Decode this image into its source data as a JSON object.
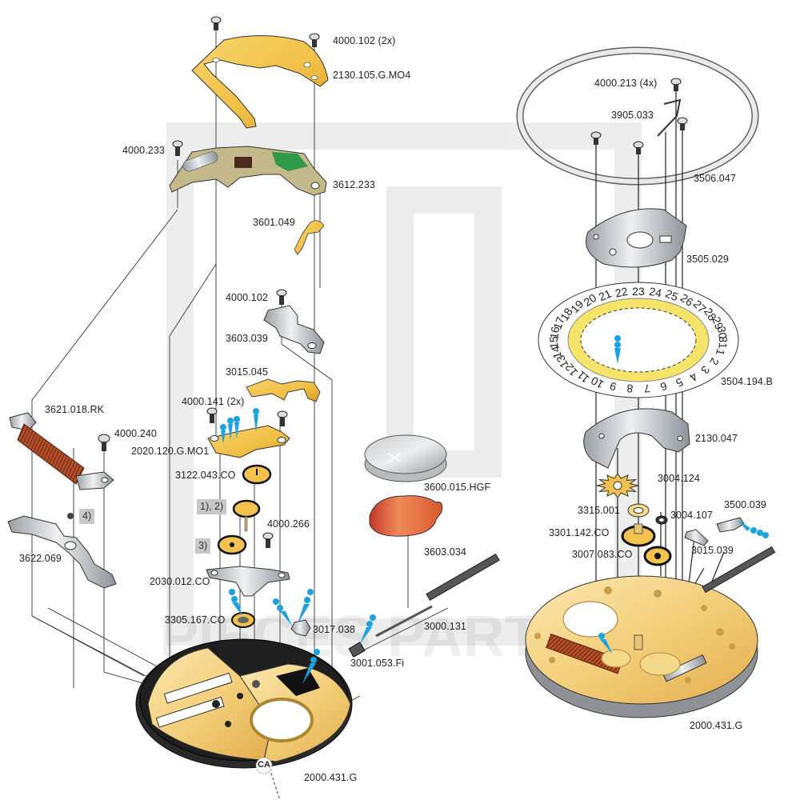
{
  "title": "Quartz movement exploded parts diagram",
  "watermark": "PIECES PARTS",
  "colors": {
    "gold": "#f2c14e",
    "light_gold": "#f5d98a",
    "steel": "#c9cccf",
    "dark": "#222222",
    "coil": "#b5522b",
    "insulator": "#d9502f",
    "oil_marker": "#1aa3e0",
    "date_ring_yellow": "#f5e36a",
    "pcb_green": "#2f9a4a",
    "pcb_base": "#c4b98a"
  },
  "left_assembly": {
    "parts": [
      {
        "id": "4000.102 (2x)",
        "name": "screw"
      },
      {
        "id": "2130.105.G.MO4",
        "name": "bridge"
      },
      {
        "id": "4000.233",
        "name": "screw"
      },
      {
        "id": "3612.233",
        "name": "circuit-board"
      },
      {
        "id": "3601.049",
        "name": "contact-spring"
      },
      {
        "id": "4000.102",
        "name": "screw"
      },
      {
        "id": "3603.039",
        "name": "battery-clamp"
      },
      {
        "id": "3015.045",
        "name": "setting-lever-spring"
      },
      {
        "id": "4000.141 (2x)",
        "name": "screw"
      },
      {
        "id": "2020.120.G.MO1",
        "name": "train-bridge"
      },
      {
        "id": "3621.018.RK",
        "name": "coil"
      },
      {
        "id": "4000.240",
        "name": "screw"
      },
      {
        "id": "3122.043.CO",
        "name": "wheel"
      },
      {
        "id": "4000.266",
        "name": "screw"
      },
      {
        "id": "2030.012.CO",
        "name": "rotor-bridge"
      },
      {
        "id": "3622.069",
        "name": "stator"
      },
      {
        "id": "3305.167.CO",
        "name": "rotor"
      },
      {
        "id": "3017.038",
        "name": "yoke"
      },
      {
        "id": "3001.053.Fi",
        "name": "sliding-pinion"
      },
      {
        "id": "3000.131",
        "name": "winding-stem"
      },
      {
        "id": "3600.015.HGF",
        "name": "battery"
      },
      {
        "id": "3603.034",
        "name": "battery-insulator"
      },
      {
        "id": "2000.431.G",
        "name": "main-plate"
      }
    ],
    "notes": [
      "1), 2)",
      "3)",
      "4)"
    ],
    "plate_mark": "CA"
  },
  "right_assembly": {
    "parts": [
      {
        "id": "4000.213 (4x)",
        "name": "screw"
      },
      {
        "id": "3905.033",
        "name": "spring"
      },
      {
        "id": "3506.047",
        "name": "spacer-ring"
      },
      {
        "id": "3505.029",
        "name": "date-disc-plate"
      },
      {
        "id": "3504.194.B",
        "name": "date-disc"
      },
      {
        "id": "2130.047",
        "name": "date-bridge"
      },
      {
        "id": "3004.124",
        "name": "pin"
      },
      {
        "id": "3315.001",
        "name": "washer"
      },
      {
        "id": "3004.107",
        "name": "wheel"
      },
      {
        "id": "3500.039",
        "name": "jumper"
      },
      {
        "id": "3301.142.CO",
        "name": "hour-wheel"
      },
      {
        "id": "3015.039",
        "name": "lever"
      },
      {
        "id": "3007.083.CO",
        "name": "minute-wheel"
      },
      {
        "id": "2000.431.G",
        "name": "main-plate"
      }
    ],
    "date_numbers": [
      "1",
      "2",
      "3",
      "4",
      "5",
      "6",
      "7",
      "8",
      "9",
      "10",
      "11",
      "12",
      "13",
      "14",
      "15",
      "16",
      "17",
      "18",
      "19",
      "20",
      "21",
      "22",
      "23",
      "24",
      "25",
      "26",
      "27",
      "28",
      "29",
      "30",
      "31"
    ]
  }
}
